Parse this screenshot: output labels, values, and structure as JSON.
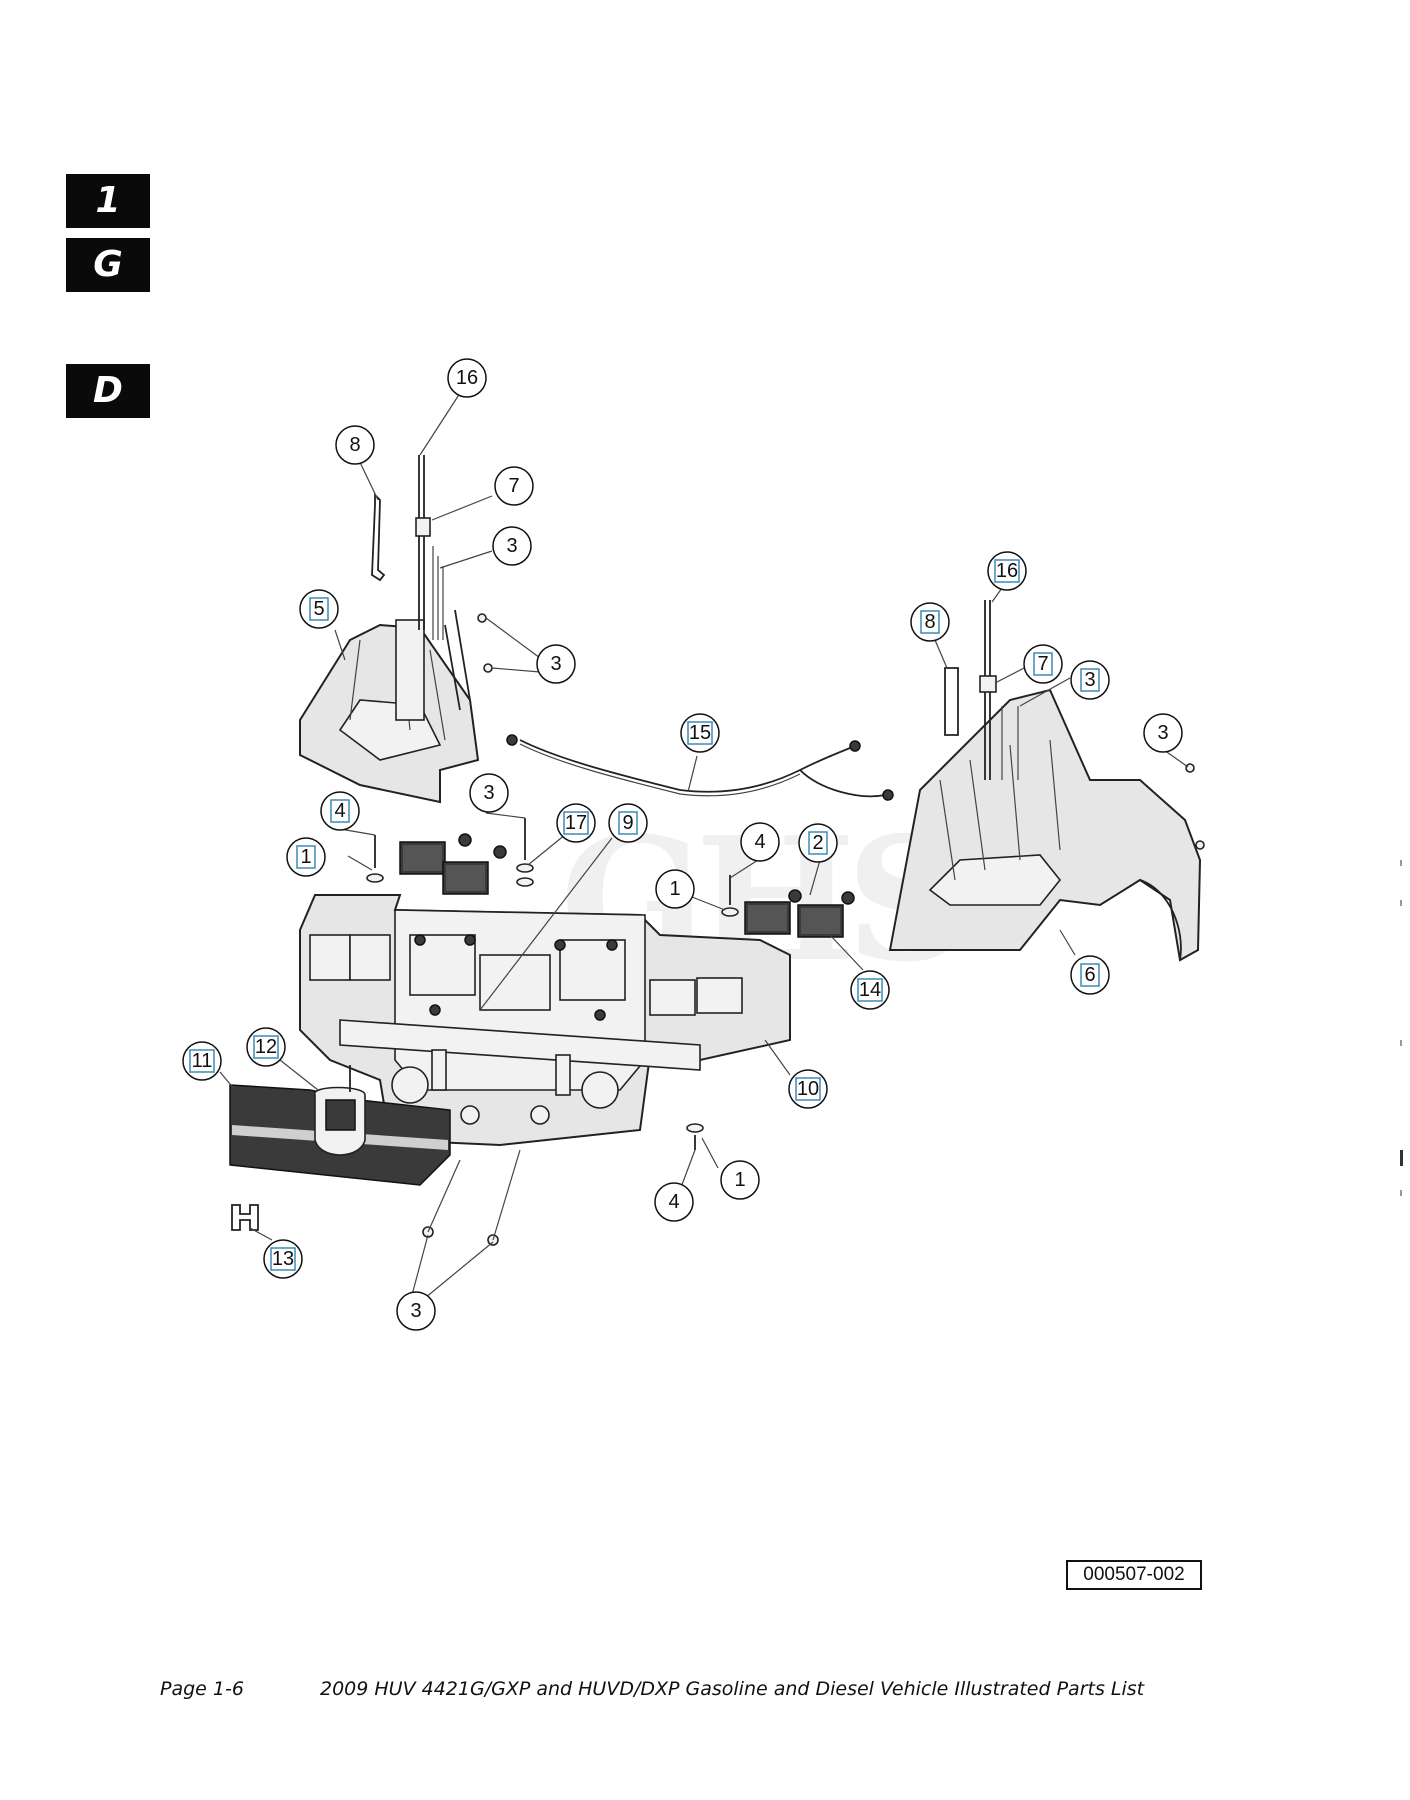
{
  "section_tabs": [
    "1",
    "G",
    "D"
  ],
  "callouts": {
    "c1": "16",
    "c2": "8",
    "c3": "7",
    "c4": "3",
    "c5": "5",
    "c6": "3",
    "c7": "15",
    "c8": "3",
    "c9": "4",
    "c10": "17",
    "c11": "9",
    "c12": "1",
    "c13": "4",
    "c14": "2",
    "c15": "1",
    "c16": "14",
    "c17": "16",
    "c18": "8",
    "c19": "7",
    "c20": "3",
    "c21": "3",
    "c22": "6",
    "c23": "10",
    "c24": "11",
    "c25": "12",
    "c26": "13",
    "c27": "1",
    "c28": "4",
    "c29": "3"
  },
  "figure_id": "000507-002",
  "watermark": "GHS",
  "footer": {
    "page": "Page 1-6",
    "title": "2009 HUV 4421G/GXP and HUVD/DXP Gasoline and Diesel Vehicle Illustrated Parts List"
  }
}
